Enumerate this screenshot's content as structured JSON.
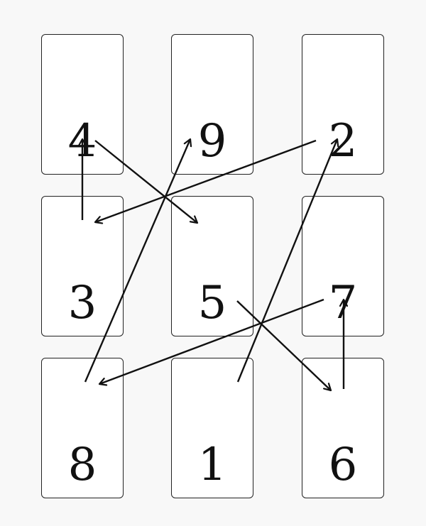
{
  "cards": [
    {
      "id": "r1c1",
      "label": "4"
    },
    {
      "id": "r1c2",
      "label": "9"
    },
    {
      "id": "r1c3",
      "label": "2"
    },
    {
      "id": "r2c1",
      "label": "3"
    },
    {
      "id": "r2c2",
      "label": "5"
    },
    {
      "id": "r2c3",
      "label": "7"
    },
    {
      "id": "r3c1",
      "label": "8"
    },
    {
      "id": "r3c2",
      "label": "1"
    },
    {
      "id": "r3c3",
      "label": "6"
    }
  ],
  "arrows": [
    {
      "from": "1",
      "to": "2"
    },
    {
      "from": "2",
      "to": "3"
    },
    {
      "from": "3",
      "to": "4"
    },
    {
      "from": "4",
      "to": "5"
    },
    {
      "from": "5",
      "to": "6"
    },
    {
      "from": "6",
      "to": "7"
    },
    {
      "from": "7",
      "to": "8"
    },
    {
      "from": "8",
      "to": "9"
    }
  ],
  "colors": {
    "background": "#f8f8f8",
    "card": "#ffffff",
    "stroke": "#111111"
  }
}
